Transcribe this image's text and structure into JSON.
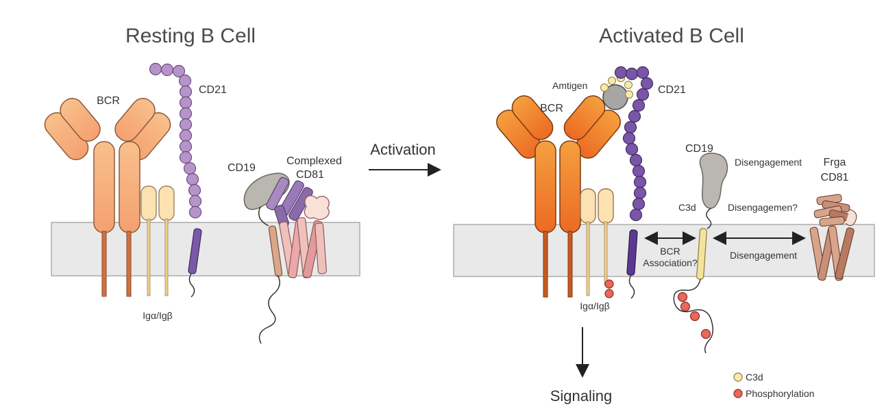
{
  "titles": {
    "left": "Resting B Cell",
    "right": "Activated B Cell"
  },
  "arrow_label": "Activation",
  "resting": {
    "bcr": "BCR",
    "cd21": "CD21",
    "cd19": "CD19",
    "complexed_line1": "Complexed",
    "complexed_line2": "CD81",
    "ig": "Igα/Igβ"
  },
  "activated": {
    "antigen": "Amtigen",
    "bcr": "BCR",
    "cd21": "CD21",
    "cd19": "CD19",
    "c3d": "C3d",
    "disengagement_top": "Disengagement",
    "disengagement_q": "Disengagemen?",
    "disengagement_mid": "Disengagement",
    "frga_line1": "Frga",
    "frga_line2": "CD81",
    "bcr_assoc_line1": "BCR",
    "bcr_assoc_line2": "Association?",
    "ig": "Igα/Igβ",
    "signaling": "Signaling"
  },
  "legend": {
    "c3d": "C3d",
    "phos": "Phosphorylation"
  },
  "colors": {
    "membrane": "#e8e8e8",
    "bcr_resting": "#f6b47c",
    "bcr_active": "#f0882a",
    "cd21": "#b48ac4",
    "cd21_active": "#7a55a8",
    "cd19": "#b8b4ae",
    "c3d": "#f6eaa6",
    "phos": "#e86a5e"
  }
}
